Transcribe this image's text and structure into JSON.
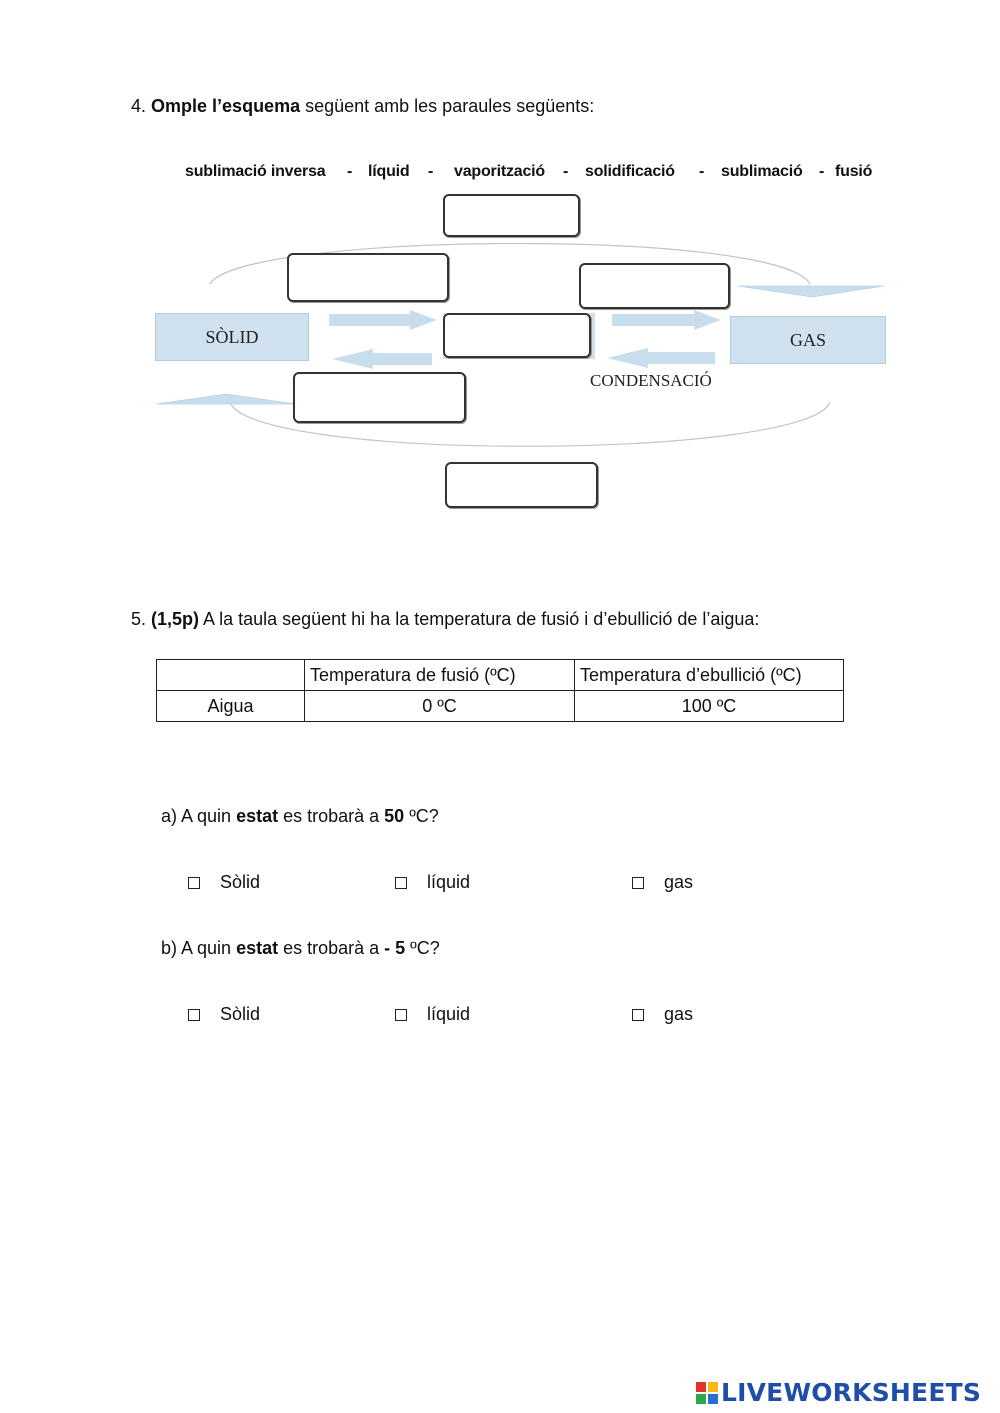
{
  "q4": {
    "number": "4.",
    "bold": "Omple l’esquema",
    "rest": " següent amb les paraules següents:",
    "word_bank": [
      "sublimació inversa",
      "-",
      "líquid",
      "-",
      "vaporització",
      "-",
      "solidificació",
      "-",
      "sublimació",
      "-",
      "fusió"
    ],
    "states": {
      "solid": "SÒLID",
      "gas": "GAS"
    },
    "given_label": "CONDENSACIÓ"
  },
  "q5": {
    "number": "5.",
    "bold": "(1,5p)",
    "rest": " A la taula següent hi ha la temperatura de fusió i d’ebullició de l’aigua:",
    "table": {
      "headers": [
        "",
        "Temperatura de fusió (ºC)",
        "Temperatura d’ebullició (ºC)"
      ],
      "rows": [
        [
          "Aigua",
          "0 ºC",
          "100 ºC"
        ]
      ]
    },
    "a": {
      "prefix": "a) A quin ",
      "bold1": "estat",
      "middle": " es trobarà a ",
      "bold2": "50",
      "suffix": " ºC?"
    },
    "b": {
      "prefix": "b) A quin ",
      "bold1": "estat",
      "middle": " es trobarà a ",
      "bold2": "- 5",
      "suffix": " ºC?"
    },
    "options": [
      "Sòlid",
      "líquid",
      "gas"
    ]
  },
  "footer": {
    "logo_text": "LIVEWORKSHEETS"
  },
  "colors": {
    "state_fill": "#cfe1ee",
    "arrow_fill": "#c9deec",
    "logo_blue": "#1f4ea8"
  }
}
